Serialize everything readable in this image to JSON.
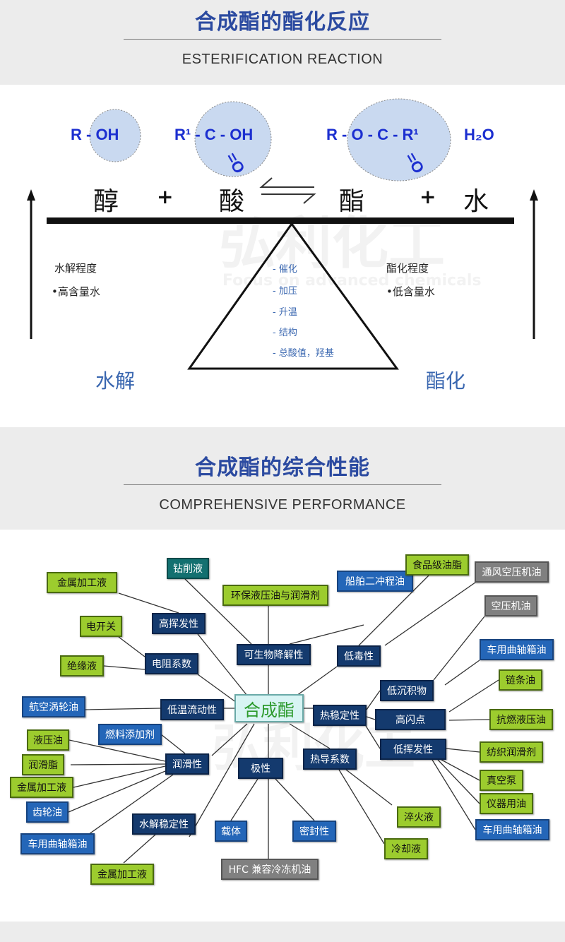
{
  "section1": {
    "title": "合成酯的酯化反应",
    "subtitle": "ESTERIFICATION REACTION"
  },
  "reaction": {
    "alcohol_formula": "R - OH",
    "acid_formula": "R¹ - C - OH",
    "acid_carbonyl": "=O",
    "ester_formula": "R - O - C - R¹",
    "ester_carbonyl": "=O",
    "water_formula": "H₂O",
    "alcohol": "醇",
    "plus1": "+",
    "acid": "酸",
    "ester": "酯",
    "plus2": "+",
    "water": "水",
    "left_heading": "水解程度",
    "left_item": "•高含量水",
    "right_heading": "酯化程度",
    "right_item": "•低含量水",
    "conditions": [
      "- 催化",
      "- 加压",
      "- 升温",
      "- 结构",
      "- 总酸值，羟基"
    ],
    "left_label": "水解",
    "right_label": "酯化",
    "watermark": "弘利化工",
    "watermark_sub": "Focus on advanced chemicals"
  },
  "section2": {
    "title": "合成酯的综合性能",
    "subtitle": "COMPREHENSIVE PERFORMANCE"
  },
  "mindmap": {
    "center": "合成酯",
    "nodes": {
      "zuanxue": "钻削液",
      "jinshu1": "金属加工液",
      "huanbao": "环保液压油与润滑剂",
      "chuanbo": "船舶二冲程油",
      "shipin": "食品级油脂",
      "tongfeng": "通风空压机油",
      "kongya": "空压机油",
      "diankaiguan": "电开关",
      "gaohuifa": "高挥发性",
      "shengwu": "可生物降解性",
      "diduxing": "低毒性",
      "chequzhou1": "车用曲轴箱油",
      "jueyuan": "绝缘液",
      "dianzu": "电阻系数",
      "liantiao": "链条油",
      "dichenji": "低沉积物",
      "hangkong": "航空涡轮油",
      "diwen": "低温流动性",
      "rewending": "热稳定性",
      "gaoshan": "高闪点",
      "kangran": "抗燃液压油",
      "ranliao": "燃料添加剂",
      "yeyayou": "液压油",
      "dihuifa": "低挥发性",
      "fangzhi": "纺织润滑剂",
      "runhuaxing": "润滑性",
      "runhuazhi": "润滑脂",
      "jixing": "极性",
      "redao": "热导系数",
      "zhenkong": "真空泵",
      "jinshu2": "金属加工液",
      "chilun": "齿轮油",
      "yiqi": "仪器用油",
      "shuijie": "水解稳定性",
      "zaiti": "载体",
      "mifeng": "密封性",
      "cuihuo": "淬火液",
      "chequzhou2": "车用曲轴箱油",
      "chequzhou3": "车用曲轴箱油",
      "lengque": "冷却液",
      "jinshu3": "金属加工液",
      "hfc": "HFC 兼容冷冻机油"
    }
  },
  "colors": {
    "title": "#2b4aa0",
    "green": "#9ccc2e",
    "navy": "#143a6e",
    "blue": "#2466b8",
    "gray": "#808080",
    "teal": "#137070"
  }
}
